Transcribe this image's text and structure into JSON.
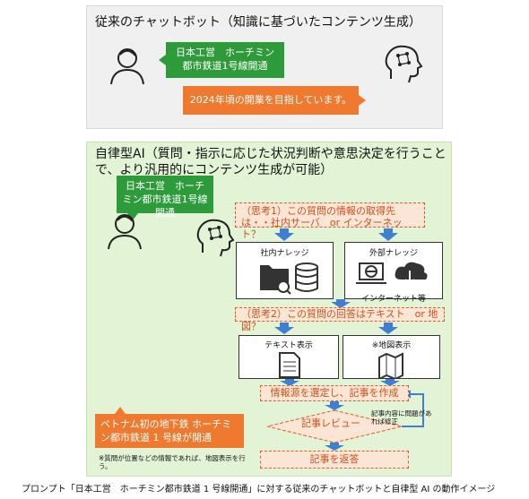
{
  "top": {
    "title": "従来のチャットボット（知識に基づいたコンテンツ生成）",
    "user_prompt": "日本工営　ホーチミン都市鉄道1号線開通",
    "bot_reply": "2024年頃の開業を目指しています。"
  },
  "bottom": {
    "title": "自律型AI（質問・指示に応じた状況判断や意思決定を行うことで、より汎用的にコンテンツ生成が可能）",
    "user_prompt": "日本工営　ホーチミン都市鉄道1号線開通",
    "think1": "（思考1）この質問の情報の取得先は・・社内サーバ　or インターネット？",
    "internal_label": "社内ナレッジ",
    "external_label": "外部ナレッジ",
    "internet_label": "インターネット等",
    "think2": "（思考2）この質問の回答はテキスト　or 地図？",
    "text_display": "テキスト表示",
    "map_display": "※地図表示",
    "select_label": "情報源を選定し、記事を作成",
    "review_label": "記事レビュー",
    "review_note": "記事内容に問題があれば修正",
    "answer_label": "記事を返答",
    "result": "ベトナム初の地下鉄 ホーチミン都市鉄道 1 号線が開通",
    "note": "※質問が位置などの情報であれば、地図表示を行う。"
  },
  "caption": "プロンプト「日本工営　ホーチミン都市鉄道 1 号線開通」に対する従来のチャットボットと自律型 AI の動作イメージ",
  "colors": {
    "green": "#2e9b3a",
    "orange": "#ef7a2f",
    "panel_green": "#e3f3d6",
    "arrow_blue": "#3f7fd1"
  }
}
